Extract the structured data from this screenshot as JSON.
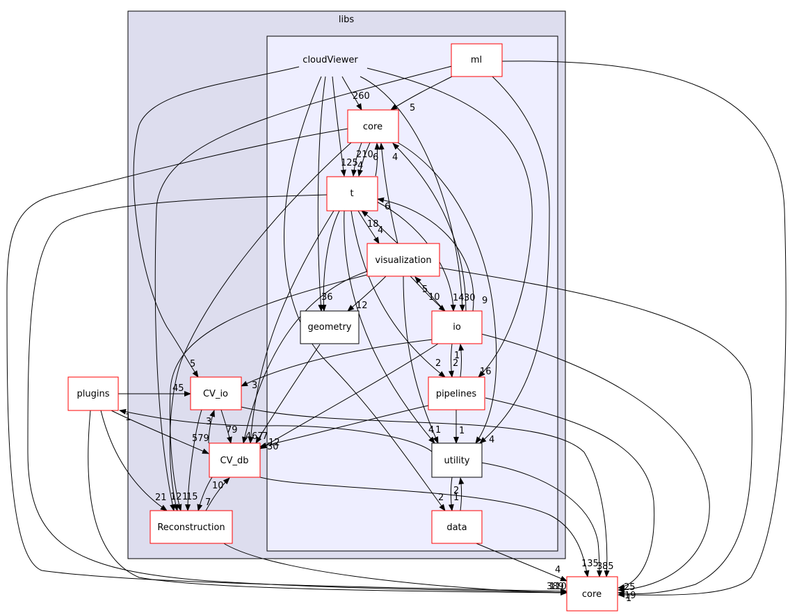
{
  "clusters": {
    "libs": "libs",
    "cloudViewer": "cloudViewer"
  },
  "nodes": {
    "ml": "ml",
    "core_inner": "core",
    "t": "t",
    "visualization": "visualization",
    "geometry": "geometry",
    "io": "io",
    "pipelines": "pipelines",
    "utility": "utility",
    "data": "data",
    "plugins": "plugins",
    "cv_io": "CV_io",
    "cv_db": "CV_db",
    "reconstruction": "Reconstruction",
    "core_outer": "core"
  },
  "edge_labels": {
    "cv_core_260": "260",
    "ml_core_5": "5",
    "core_t_210": "210",
    "core_t_125": "125",
    "core_t_4": "4",
    "core_t_6": "6",
    "io_core_4": "4",
    "t_vis_6": "6",
    "vis_t_18": "18",
    "vis_t_4": "4",
    "geom_36": "36",
    "geom_12": "12",
    "vis_io_5": "5",
    "vis_io_10": "10",
    "io_14": "14",
    "io_30": "30",
    "io_pip_1": "1",
    "io_pip_2": "2",
    "t_pip_2": "2",
    "pip_16": "16",
    "pip_util_1": "1",
    "util_4_1": "4",
    "util_1": "1",
    "util_4": "4",
    "util_9": "9",
    "util_data_2": "2",
    "data_util_2": "2",
    "data_util_1": "1",
    "cvio_5": "5",
    "cvio_3": "3",
    "cvio_45": "45",
    "cvio_3b": "3",
    "cvio_79": "79",
    "cvdb_579": "579",
    "cvdb_4": "4",
    "cvdb_67": "67",
    "cvdb_7": "7",
    "cvdb_12": "12",
    "cvdb_30": "30",
    "plugins_1": "1",
    "recon_10": "10",
    "recon_7": "7",
    "recon_21": "21",
    "recon_12": "12",
    "recon_1": "1",
    "recon_15": "15",
    "outer_4": "4",
    "outer_135": "135",
    "outer_3": "3",
    "outer_85": "85",
    "outer_25": "25",
    "outer_19": "19",
    "outer_1": "1",
    "outer_389": "389",
    "outer_110": "110"
  }
}
